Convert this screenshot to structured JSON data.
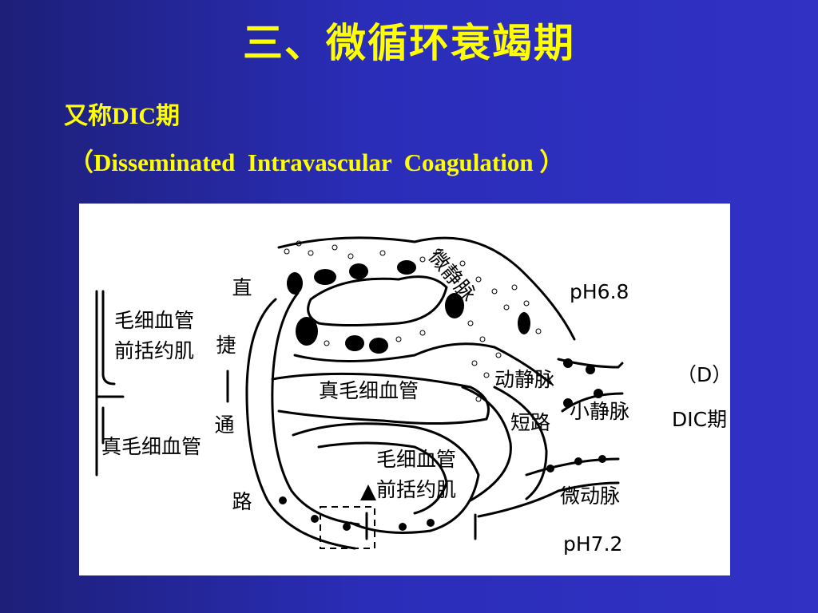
{
  "slide": {
    "title": "三、微循环衰竭期",
    "subtitle_line1": "又称DIC期",
    "subtitle_line2": "（Disseminated  Intravascular  Coagulation ）"
  },
  "figure": {
    "labels": {
      "left_precap_1": "毛细血管",
      "left_precap_2": "前括约肌",
      "left_true_cap": "真毛细血管",
      "direct_route": [
        "直",
        "捷",
        "通",
        "路"
      ],
      "venule": "微静脉",
      "ph_venous": "pH6.8",
      "true_cap_center": "真毛细血管",
      "av_shunt_1": "动静脉",
      "av_shunt_2": "短路",
      "small_vein": "小静脉",
      "stage_1": "（D）",
      "stage_2": "DIC期",
      "center_precap_1": "毛细血管",
      "center_precap_2": "前括约肌",
      "arteriole": "微动脉",
      "ph_arterial": "pH7.2"
    }
  },
  "colors": {
    "title": "#ffff00",
    "background": "#2a2db8",
    "figure_bg": "#ffffff"
  }
}
